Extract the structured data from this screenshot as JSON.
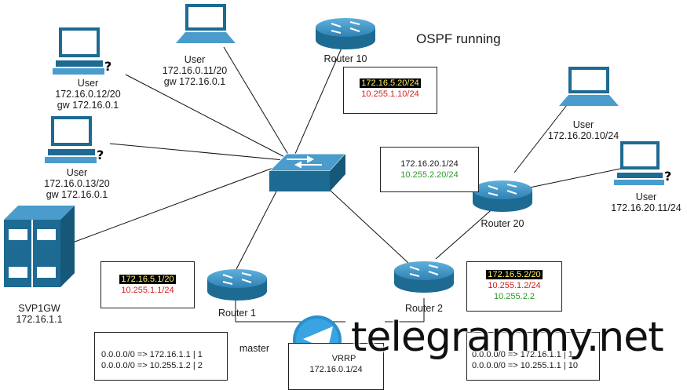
{
  "title": "OSPF running",
  "users": [
    {
      "label": "User",
      "ip": "172.16.0.12/20",
      "gw": "gw 172.16.0.1"
    },
    {
      "label": "User",
      "ip": "172.16.0.11/20",
      "gw": "gw 172.16.0.1"
    },
    {
      "label": "User",
      "ip": "172.16.0.13/20",
      "gw": "gw 172.16.0.1"
    },
    {
      "label": "User",
      "ip": "172.16.20.10/24"
    },
    {
      "label": "User",
      "ip": "172.16.20.11/24"
    }
  ],
  "routers": {
    "r10": {
      "label": "Router 10",
      "ip1": "172.16.5.20/24",
      "ip2": "10.255.1.10/24"
    },
    "r20": {
      "label": "Router 20",
      "ip1": "172.16.20.1/24",
      "ip2": "10.255.2.20/24"
    },
    "r1": {
      "label": "Router 1",
      "ip1": "172.16.5.1/20",
      "ip2": "10.255.1.1/24"
    },
    "r2": {
      "label": "Router 2",
      "ip1": "172.16.5.2/20",
      "ip2": "10.255.1.2/24",
      "ip3": "10.255.2.2"
    }
  },
  "server": {
    "name": "SVP1GW",
    "ip": "172.16.1.1"
  },
  "vrrp": {
    "label": "VRRP",
    "master": "master",
    "ip": "172.16.0.1/24"
  },
  "routes_r1": [
    "0.0.0.0/0 => 172.16.1.1 | 1",
    "0.0.0.0/0 => 10.255.1.2 | 2"
  ],
  "routes_r2": [
    "0.0.0.0/0 => 172.16.1.1 | 1",
    "0.0.0.0/0 => 10.255.1.1 | 10"
  ],
  "watermark": "telegrammy.net",
  "colors": {
    "device_blue": "#1d6a93",
    "device_light": "#4a9ccc",
    "highlight_text": "#fff36b",
    "red": "#d42020",
    "green": "#2a9a2a"
  },
  "icons": [
    "computer-icon",
    "laptop-icon",
    "switch-icon",
    "router-icon",
    "server-icon",
    "telegram-logo-icon"
  ]
}
